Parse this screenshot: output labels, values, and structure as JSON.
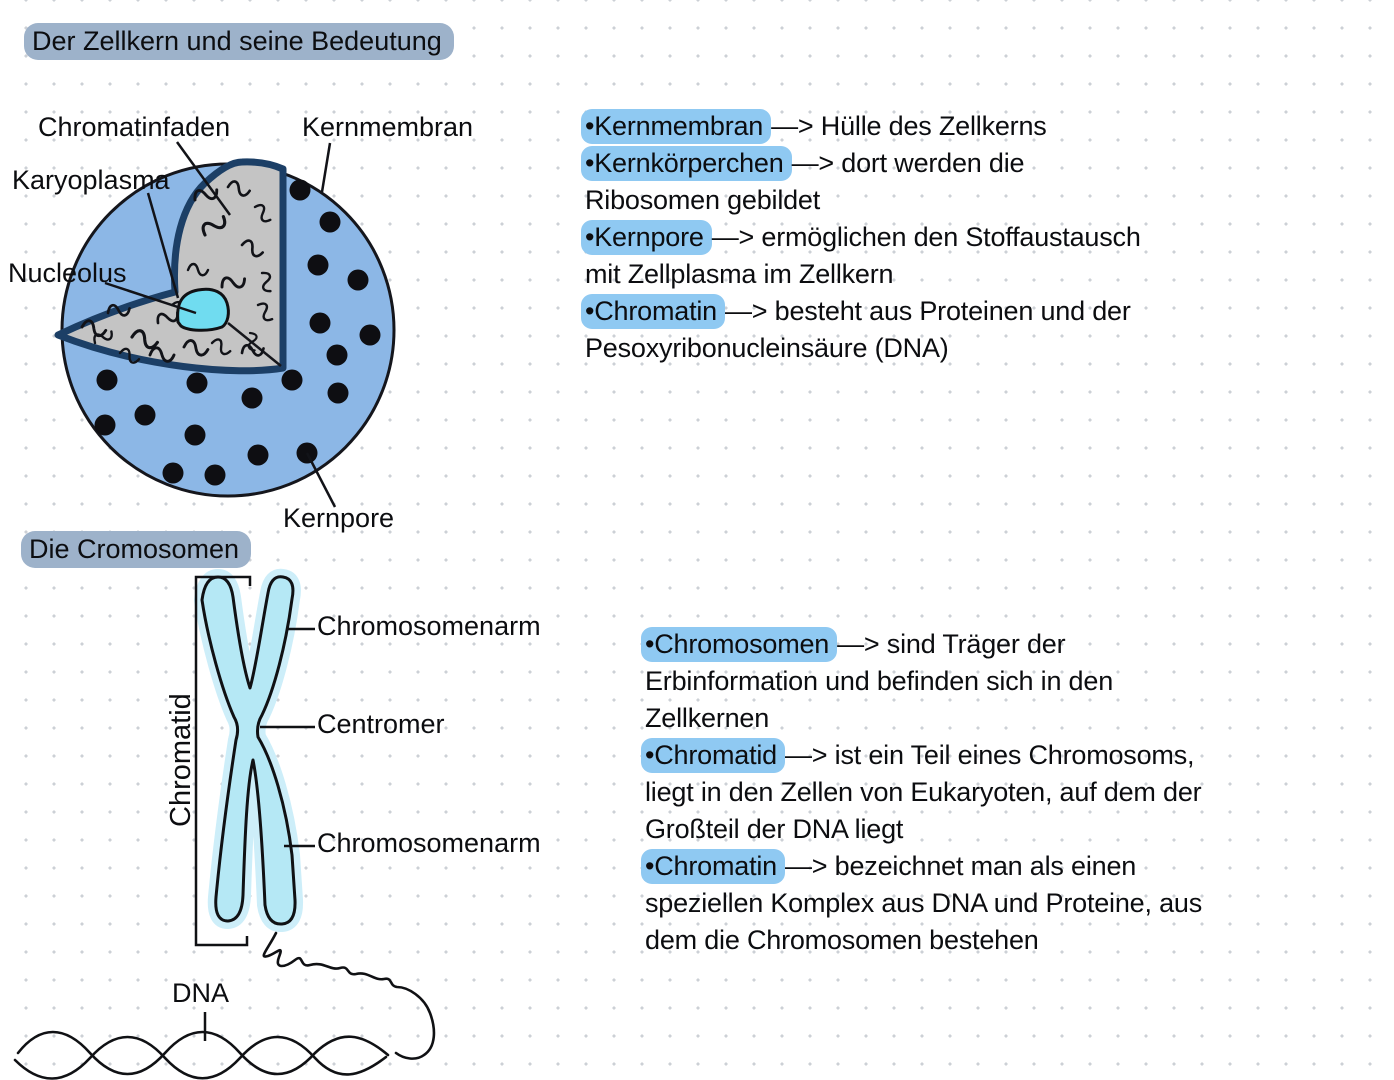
{
  "headings": {
    "title": "Der Zellkern und seine Bedeutung",
    "section2": "Die Cromosomen"
  },
  "colors": {
    "heading_highlight": "#9db2ca",
    "term_highlight": "#8fc9f2",
    "nucleus_fill": "#8cb7e6",
    "membrane_edge": "#1c3f66",
    "karyoplasm_fill": "#c4c4c4",
    "nucleolus_fill": "#70dcf0",
    "chromosome_fill": "#b5e8f5",
    "ink": "#0c0d10"
  },
  "nucleus_diagram": {
    "labels": {
      "chromatinfaden": "Chromatinfaden",
      "kernmembran": "Kernmembran",
      "karyoplasma": "Karyoplasma",
      "nucleolus": "Nucleolus",
      "kernpore": "Kernpore"
    }
  },
  "chromosome_diagram": {
    "labels": {
      "chromosomenarm_top": "Chromosomenarm",
      "centromer": "Centromer",
      "chromosomenarm_bottom": "Chromosomenarm",
      "chromatid": "Chromatid",
      "dna": "DNA"
    }
  },
  "notes_zellkern": {
    "lines": [
      {
        "term": "•Kernmembran",
        "rest": "—> Hülle des Zellkerns"
      },
      {
        "term": "•Kernkörperchen",
        "rest": "—> dort werden die"
      },
      {
        "text": "Ribosomen gebildet"
      },
      {
        "term": "•Kernpore",
        "rest": "—> ermöglichen den Stoffaustausch"
      },
      {
        "text": "mit Zellplasma im Zellkern"
      },
      {
        "term": "•Chromatin",
        "rest": "—> besteht aus Proteinen und der"
      },
      {
        "text": "Pesoxyribonucleinsäure (DNA)"
      }
    ]
  },
  "notes_chromosomen": {
    "lines": [
      {
        "term": "•Chromosomen",
        "rest": "—> sind Träger der"
      },
      {
        "text": "Erbinformation und befinden sich in den"
      },
      {
        "text": "Zellkernen"
      },
      {
        "term": "•Chromatid",
        "rest": "—> ist ein Teil eines Chromosoms,"
      },
      {
        "text": "liegt in den Zellen von Eukaryoten, auf dem der"
      },
      {
        "text": "Großteil der DNA liegt"
      },
      {
        "term": "•Chromatin",
        "rest": "—> bezeichnet man als einen"
      },
      {
        "text": "speziellen Komplex aus DNA und Proteine, aus"
      },
      {
        "text": "dem die Chromosomen bestehen"
      }
    ]
  }
}
